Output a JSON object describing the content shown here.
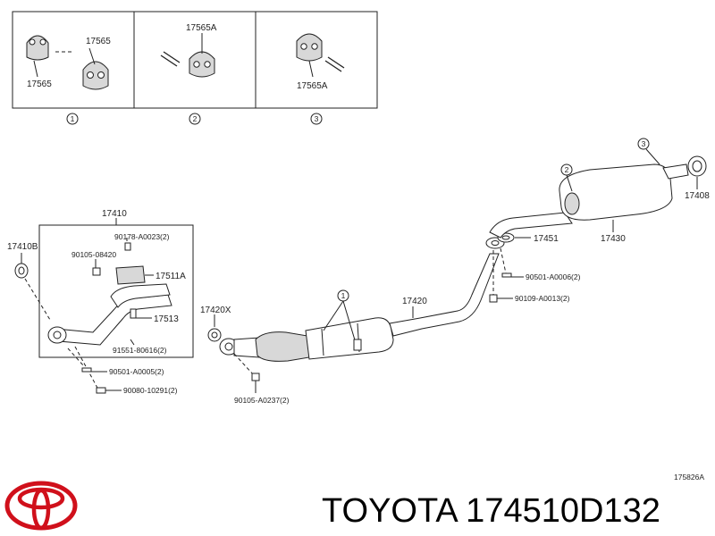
{
  "insets": [
    {
      "labels": [
        "17565",
        "17565"
      ],
      "index": "1"
    },
    {
      "labels": [
        "17565A"
      ],
      "index": "2"
    },
    {
      "labels": [
        "17565A"
      ],
      "index": "3"
    }
  ],
  "parts": {
    "p17410": "17410",
    "p17410B": "17410B",
    "p90178": "90178-A0023(2)",
    "p90105_08420": "90105-08420",
    "p17511A": "17511A",
    "p17513": "17513",
    "p91551": "91551-80616(2)",
    "p90501_A0005": "90501-A0005(2)",
    "p90080": "90080-10291(2)",
    "p17420X": "17420X",
    "p90105_A0237": "90105-A0237(2)",
    "p17420": "17420",
    "p17451": "17451",
    "p90501_A0006": "90501-A0006(2)",
    "p90109": "90109-A0013(2)",
    "p17430": "17430",
    "p17408": "17408"
  },
  "callouts": {
    "c1": "1",
    "c2": "2",
    "c3": "3"
  },
  "diagram_code": "175826A",
  "caption": "TOYOTA 174510D132",
  "colors": {
    "logo": "#d0101b",
    "line": "#222222"
  }
}
